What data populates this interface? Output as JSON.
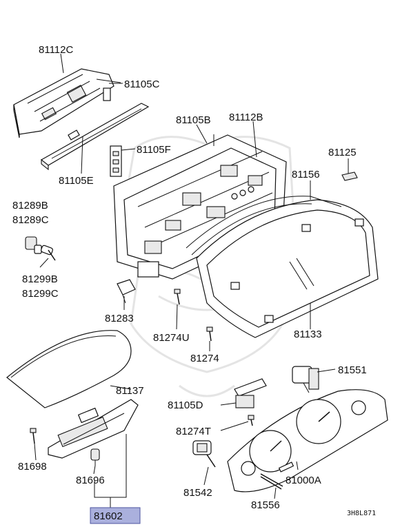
{
  "diagram": {
    "drawing_code": "3H8L871",
    "highlight_color": "#aab0dd",
    "callouts": [
      {
        "id": "81112C",
        "text": "81112C"
      },
      {
        "id": "81105C",
        "text": "81105C"
      },
      {
        "id": "81105B",
        "text": "81105B"
      },
      {
        "id": "81112B",
        "text": "81112B"
      },
      {
        "id": "81125",
        "text": "81125"
      },
      {
        "id": "81105F",
        "text": "81105F"
      },
      {
        "id": "81105E",
        "text": "81105E"
      },
      {
        "id": "81156",
        "text": "81156"
      },
      {
        "id": "81289B",
        "text": "81289B"
      },
      {
        "id": "81289C",
        "text": "81289C"
      },
      {
        "id": "81299B",
        "text": "81299B"
      },
      {
        "id": "81299C",
        "text": "81299C"
      },
      {
        "id": "81283",
        "text": "81283"
      },
      {
        "id": "81274U",
        "text": "81274U"
      },
      {
        "id": "81133",
        "text": "81133"
      },
      {
        "id": "81274",
        "text": "81274"
      },
      {
        "id": "81137",
        "text": "81137"
      },
      {
        "id": "81551",
        "text": "81551"
      },
      {
        "id": "81105D",
        "text": "81105D"
      },
      {
        "id": "81274T",
        "text": "81274T"
      },
      {
        "id": "81698",
        "text": "81698"
      },
      {
        "id": "81696",
        "text": "81696"
      },
      {
        "id": "81542",
        "text": "81542"
      },
      {
        "id": "81000A",
        "text": "81000A"
      },
      {
        "id": "81556",
        "text": "81556"
      },
      {
        "id": "81602",
        "text": "81602"
      }
    ]
  }
}
